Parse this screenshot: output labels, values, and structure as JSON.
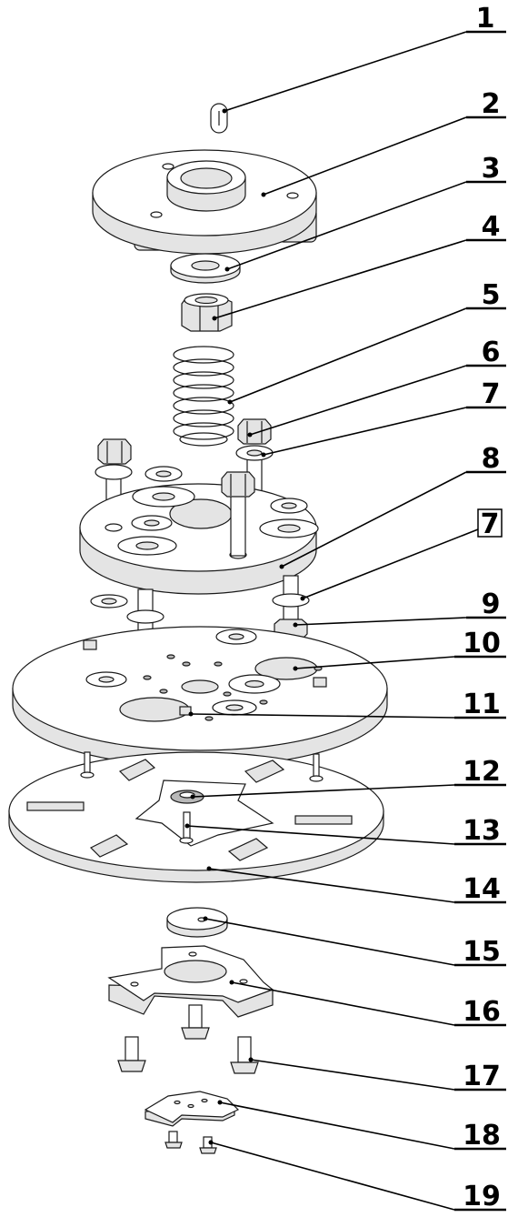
{
  "callouts": [
    {
      "label": "1"
    },
    {
      "label": "2"
    },
    {
      "label": "3"
    },
    {
      "label": "4"
    },
    {
      "label": "5"
    },
    {
      "label": "6"
    },
    {
      "label": "7"
    },
    {
      "label": "8"
    },
    {
      "label": "7",
      "boxed": true
    },
    {
      "label": "9"
    },
    {
      "label": "10"
    },
    {
      "label": "11"
    },
    {
      "label": "12"
    },
    {
      "label": "13"
    },
    {
      "label": "14"
    },
    {
      "label": "15"
    },
    {
      "label": "16"
    },
    {
      "label": "17"
    },
    {
      "label": "18"
    },
    {
      "label": "19"
    }
  ]
}
